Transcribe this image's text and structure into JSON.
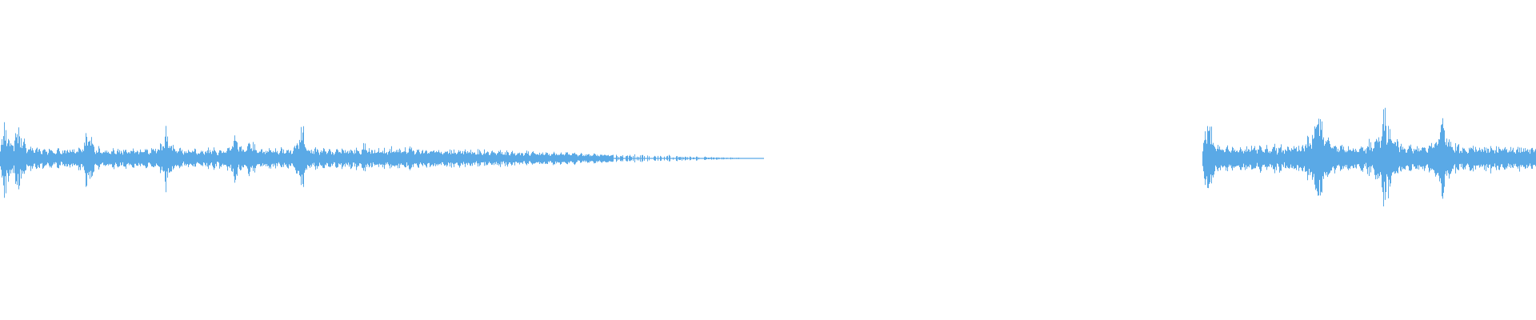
{
  "waveform": {
    "color": "#5aa9e6",
    "background": "#ffffff",
    "duration_fraction_visible": 1.0,
    "segments": [
      {
        "name": "segment-1",
        "start": 0.0,
        "end": 0.497,
        "peaks": [
          {
            "pos": 0.003,
            "amp": 0.58
          },
          {
            "pos": 0.012,
            "amp": 0.57
          },
          {
            "pos": 0.057,
            "amp": 0.47
          },
          {
            "pos": 0.108,
            "amp": 0.44
          },
          {
            "pos": 0.153,
            "amp": 0.4
          },
          {
            "pos": 0.163,
            "amp": 0.38
          },
          {
            "pos": 0.196,
            "amp": 0.49
          },
          {
            "pos": 0.237,
            "amp": 0.29
          },
          {
            "pos": 0.267,
            "amp": 0.22
          }
        ],
        "base_amp": 0.14,
        "taper_start": 0.28,
        "taper_end": 0.497
      },
      {
        "name": "segment-2",
        "start": 0.783,
        "end": 1.0,
        "peaks": [
          {
            "pos": 0.787,
            "amp": 0.63
          },
          {
            "pos": 0.858,
            "amp": 0.78
          },
          {
            "pos": 0.858,
            "amp": 0.78
          },
          {
            "pos": 0.901,
            "amp": 0.88
          },
          {
            "pos": 0.939,
            "amp": 0.71
          }
        ],
        "base_amp": 0.18,
        "taper_start": 1.1,
        "taper_end": 1.2
      }
    ]
  }
}
